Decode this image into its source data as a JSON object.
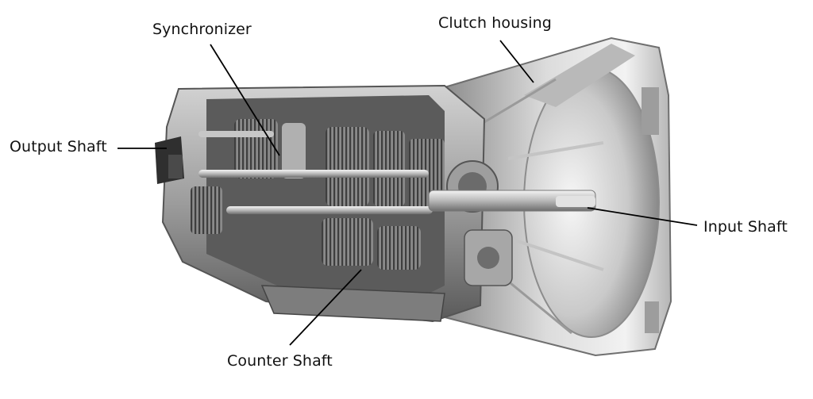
{
  "diagram": {
    "subject": "manual transmission cutaway",
    "colors": {
      "metal_light": "#e6e6e6",
      "metal_mid": "#a8a8a8",
      "metal_dark": "#3a3a3a",
      "leader_line": "#000000",
      "background": "#ffffff"
    },
    "labels": {
      "synchronizer": "Synchronizer",
      "clutch_housing": "Clutch housing",
      "output_shaft": "Output Shaft",
      "input_shaft": "Input Shaft",
      "counter_shaft": "Counter Shaft"
    }
  }
}
